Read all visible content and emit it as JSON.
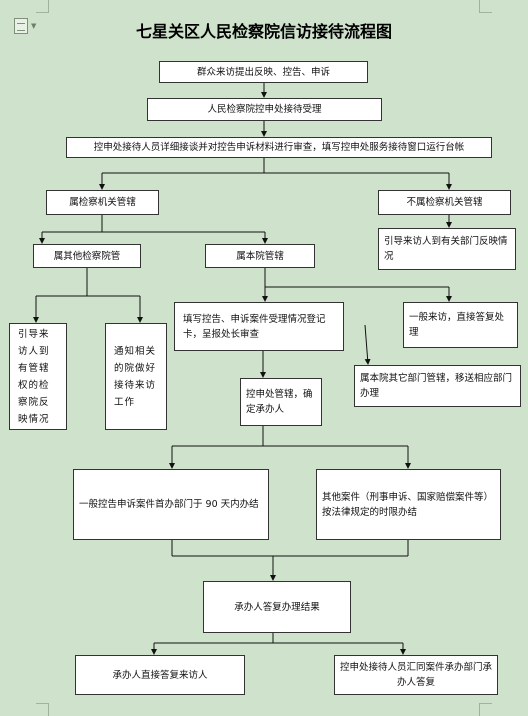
{
  "title": "七星关区人民检察院信访接待流程图",
  "nodes": {
    "n1": "群众来访提出反映、控告、申诉",
    "n2": "人民检察院控申处接待受理",
    "n3": "控申处接待人员详细接谈并对控告申诉材料进行审查，填写控申处服务接待窗口运行台帐",
    "n4": "属检察机关管辖",
    "n5": "不属检察机关管辖",
    "n6": "引导来访人到有关部门反映情况",
    "n7": "属其他检察院管",
    "n8": "属本院管辖",
    "n9": "引导来访人到有管辖权的检察院反映情况",
    "n10": "通知相关的院做好接待来访工作",
    "n11": "填写控告、申诉案件受理情况登记卡，呈报处长审查",
    "n12": "一般来访，直接答复处理",
    "n13": "控申处管辖，确定承办人",
    "n14": "属本院其它部门管辖，移送相应部门办理",
    "n15": "一般控告申诉案件首办部门于 90 天内办结",
    "n16": "其他案件（刑事申诉、国家赔偿案件等）按法律规定的时限办结",
    "n17": "承办人答复办理结果",
    "n18": "承办人直接答复来访人",
    "n19": "控申处接待人员汇同案件承办部门承办人答复"
  }
}
